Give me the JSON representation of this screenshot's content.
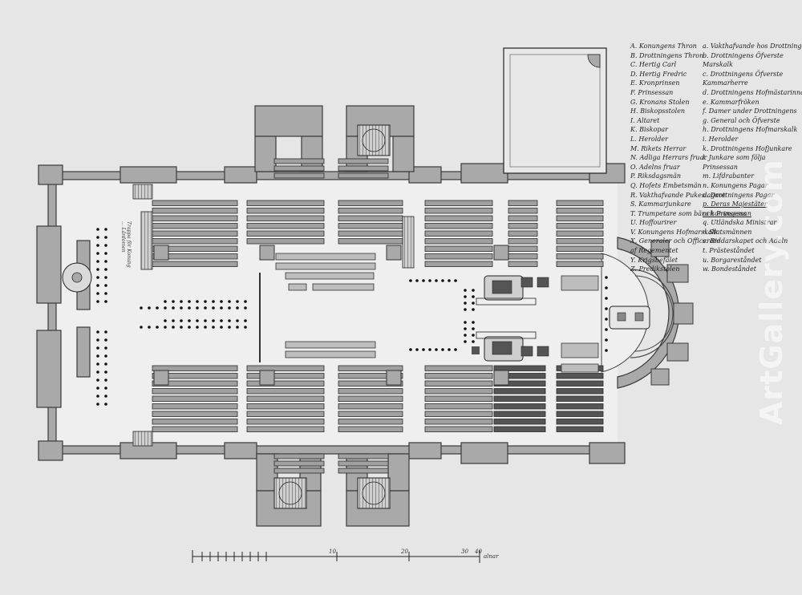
{
  "legend_left": [
    "A. Konungens Thron",
    "B. Drottningens Thron",
    "C. Hertig Carl",
    "D. Hertig Fredric",
    "E. Kronprinsen",
    "F. Prinsessan",
    "G. Kronans Stolen",
    "H. Biskopsstolen",
    "I. Altaret",
    "K. Biskopar",
    "L. Herolder",
    "M. Rikets Herrar",
    "N. Adliga Herrars fruar",
    "O. Adelns fruar",
    "P. Riksdagsmän",
    "Q. Hofets Embetsmän",
    "R. Vakthafvande Pukeslagare",
    "S. Kammarjunkare",
    "T. Trumpetare som bära konungens",
    "U. Hoffourirer",
    "V. Konungens Hofmarskalk",
    "X. Generaler och Officerare",
    "af Regementet",
    "Y. Krigsbefälet",
    "Z. Predikstolen"
  ],
  "legend_right": [
    "a. Vakthafvande hos Drottningen",
    "b. Drottningens Öfverste",
    "Marskalk",
    "c. Drottningens Öfverste",
    "Kammarherre",
    "d. Drottningens Hofmästarinna",
    "e. Kammarfröken",
    "f. Damer under Drottningens",
    "g. General och Öfverste",
    "h. Drottningens Hofmarskalk",
    "i. Herolder",
    "k. Drottningens Hofjunkare",
    "l. Junkare som följa",
    "Prinsessan",
    "m. Lifdrabanter",
    "n. Konungens Pagar",
    "o. Drottningens Pagar",
    "p. Deras Majestäter",
    "och Prinsessan",
    "q. Utländska Ministrar",
    "r. Statsmännen",
    "s. Riddarskapet och Adeln",
    "t. Prästeståndet",
    "u. Borgareståndet",
    "w. Bondeståndet"
  ],
  "underlined_right_index": [
    17,
    18
  ],
  "scale": {
    "labels": [
      "10",
      "20",
      "30",
      "40"
    ],
    "unit": "alnar"
  },
  "side_note": "Trappa för Konung ... Lärdomen",
  "watermark": "ArtGallery.com",
  "colors": {
    "paper": "#e6e6e6",
    "wall": "#a9a9a9",
    "wall_stroke": "#3a3a3a",
    "pew": "#9c9c9c",
    "dark_pew": "#555555",
    "ink": "#1a1a1a"
  }
}
